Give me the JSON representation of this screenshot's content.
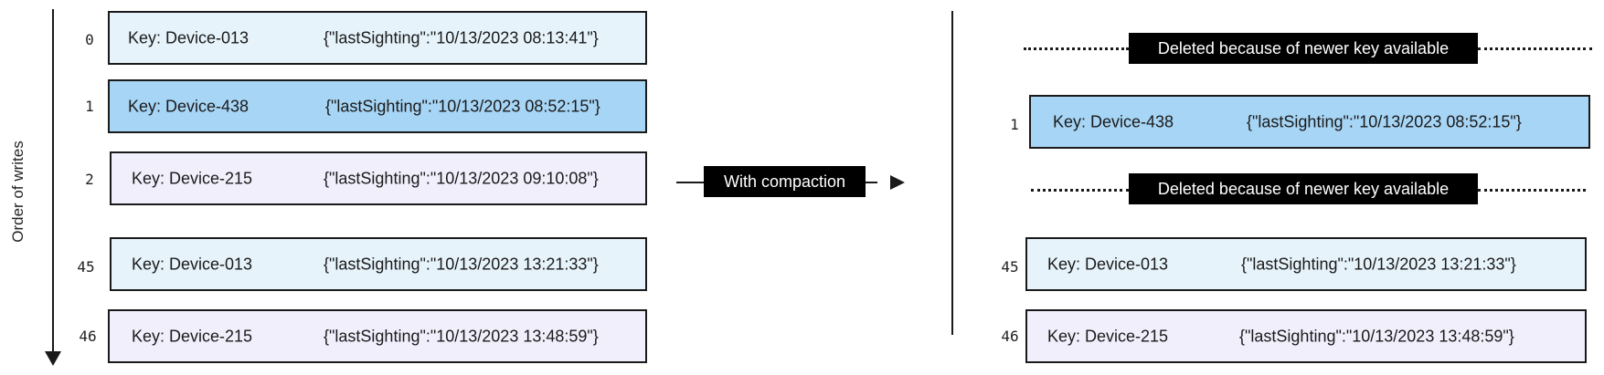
{
  "axis": {
    "label": "Order of writes"
  },
  "before": {
    "records": [
      {
        "index": "0",
        "key": "Key: Device-013",
        "value": "{\"lastSighting\":\"10/13/2023 08:13:41\"}"
      },
      {
        "index": "1",
        "key": "Key: Device-438",
        "value": "{\"lastSighting\":\"10/13/2023 08:52:15\"}"
      },
      {
        "index": "2",
        "key": "Key: Device-215",
        "value": "{\"lastSighting\":\"10/13/2023 09:10:08\"}"
      },
      {
        "index": "45",
        "key": "Key: Device-013",
        "value": "{\"lastSighting\":\"10/13/2023 13:21:33\"}"
      },
      {
        "index": "46",
        "key": "Key: Device-215",
        "value": "{\"lastSighting\":\"10/13/2023 13:48:59\"}"
      }
    ]
  },
  "transition": {
    "label": "With compaction"
  },
  "after": {
    "deleted_label": "Deleted because of newer key available",
    "records": [
      {
        "index": "1",
        "key": "Key: Device-438",
        "value": "{\"lastSighting\":\"10/13/2023 08:52:15\"}"
      },
      {
        "index": "45",
        "key": "Key: Device-013",
        "value": "{\"lastSighting\":\"10/13/2023 13:21:33\"}"
      },
      {
        "index": "46",
        "key": "Key: Device-215",
        "value": "{\"lastSighting\":\"10/13/2023 13:48:59\"}"
      }
    ]
  },
  "colors": {
    "device_013": "#e6f3fb",
    "device_438": "#a7d5f5",
    "device_215": "#f1effc"
  }
}
